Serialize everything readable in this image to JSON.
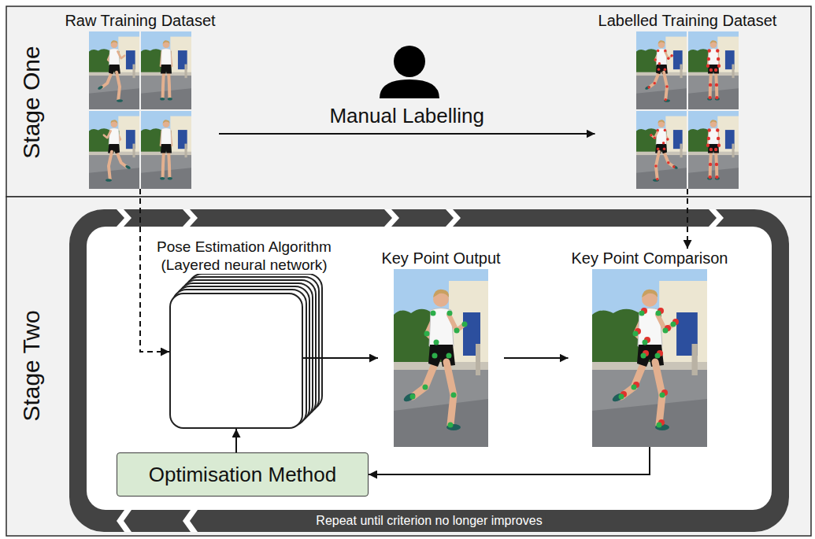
{
  "diagram": {
    "nodes": [
      {
        "text": [
          "Stage One"
        ]
      },
      {
        "text": [
          "Raw Training Dataset"
        ],
        "in": 0
      },
      {
        "text": [
          "Labelled Training Dataset"
        ],
        "in": 0
      },
      {
        "text": [
          "Stage Two"
        ]
      },
      {
        "text": [
          "Pose Estimation Algorithm (Layered neural network)"
        ],
        "in": 3
      },
      {
        "text": [
          "Key Point Output"
        ],
        "in": 3
      },
      {
        "text": [
          "Key Point Comparison"
        ],
        "in": 3
      },
      {
        "text": [
          "Optimisation Method"
        ],
        "in": 3
      }
    ],
    "edges": [
      {
        "from": 1,
        "to": 2,
        "arrow": "to",
        "label": "Manual Labelling"
      },
      {
        "from": 1,
        "to": 4,
        "arrow": "to"
      },
      {
        "from": 2,
        "to": 6,
        "arrow": "to"
      },
      {
        "from": 4,
        "to": 5,
        "arrow": "to"
      },
      {
        "from": 5,
        "to": 6,
        "arrow": "to"
      },
      {
        "from": 6,
        "to": 7,
        "arrow": "to"
      },
      {
        "from": 7,
        "to": 4,
        "arrow": "to"
      }
    ],
    "labels": [
      "Repeat until criterion no longer improves"
    ]
  }
}
